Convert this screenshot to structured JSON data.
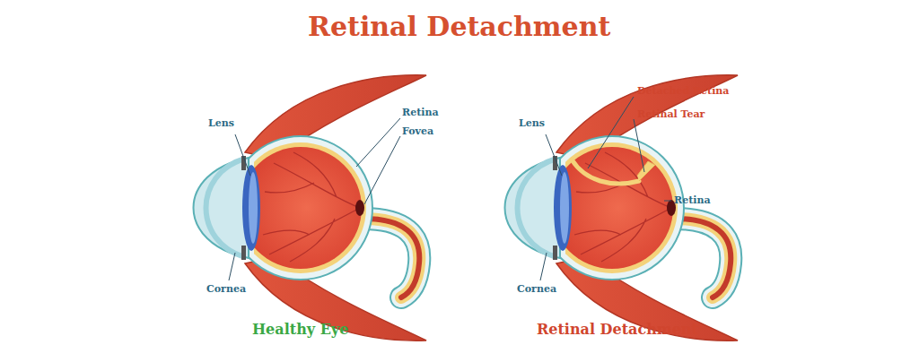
{
  "diagram": {
    "title": "Retinal Detachment",
    "labels": [
      "Lens",
      "Retina",
      "Fovea",
      "Cornea",
      "Healthy Eye",
      "Lens",
      "Detached Retina",
      "Retinal Tear",
      "Retina",
      "Cornea",
      "Retinal Detachment"
    ]
  }
}
